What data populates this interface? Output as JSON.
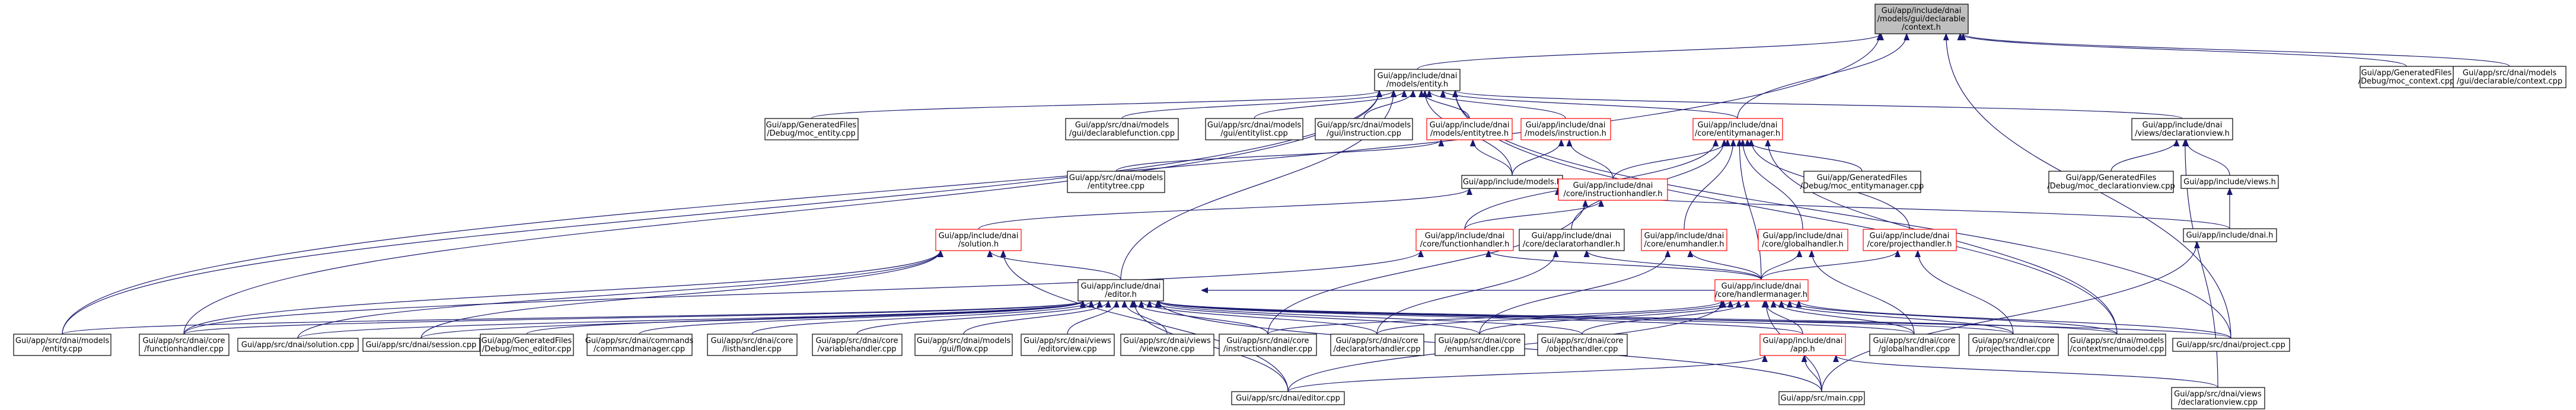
{
  "nodes": {
    "context_h": {
      "lines": [
        "Gui/app/include/dnai",
        "/models/gui/declarable",
        "/context.h"
      ],
      "style": "root"
    },
    "entity_h": {
      "lines": [
        "Gui/app/include/dnai",
        "/models/entity.h"
      ],
      "style": "normal"
    },
    "moc_context": {
      "lines": [
        "Gui/app/GeneratedFiles",
        "/Debug/moc_context.cpp"
      ],
      "style": "normal"
    },
    "gui_context_cpp": {
      "lines": [
        "Gui/app/src/dnai/models",
        "/gui/declarable/context.cpp"
      ],
      "style": "normal"
    },
    "moc_entity": {
      "lines": [
        "Gui/app/GeneratedFiles",
        "/Debug/moc_entity.cpp"
      ],
      "style": "normal"
    },
    "gui_declarablefunction": {
      "lines": [
        "Gui/app/src/dnai/models",
        "/gui/declarablefunction.cpp"
      ],
      "style": "normal"
    },
    "gui_entitylist": {
      "lines": [
        "Gui/app/src/dnai/models",
        "/gui/entitylist.cpp"
      ],
      "style": "normal"
    },
    "gui_instruction": {
      "lines": [
        "Gui/app/src/dnai/models",
        "/gui/instruction.cpp"
      ],
      "style": "normal"
    },
    "entitytree_h": {
      "lines": [
        "Gui/app/include/dnai",
        "/models/entitytree.h"
      ],
      "style": "red"
    },
    "instruction_h": {
      "lines": [
        "Gui/app/include/dnai",
        "/models/instruction.h"
      ],
      "style": "red"
    },
    "entitymanager_h": {
      "lines": [
        "Gui/app/include/dnai",
        "/core/entitymanager.h"
      ],
      "style": "red"
    },
    "declarationview_h": {
      "lines": [
        "Gui/app/include/dnai",
        "/views/declarationview.h"
      ],
      "style": "normal"
    },
    "entitytree_cpp": {
      "lines": [
        "Gui/app/src/dnai/models",
        "/entitytree.cpp"
      ],
      "style": "normal"
    },
    "models_h": {
      "lines": [
        "Gui/app/include/models.h"
      ],
      "style": "normal"
    },
    "moc_entitymanager": {
      "lines": [
        "Gui/app/GeneratedFiles",
        "/Debug/moc_entitymanager.cpp"
      ],
      "style": "normal"
    },
    "moc_declarationview": {
      "lines": [
        "Gui/app/GeneratedFiles",
        "/Debug/moc_declarationview.cpp"
      ],
      "style": "normal"
    },
    "views_h": {
      "lines": [
        "Gui/app/include/views.h"
      ],
      "style": "normal"
    },
    "instructionhandler_h": {
      "lines": [
        "Gui/app/include/dnai",
        "/core/instructionhandler.h"
      ],
      "style": "red"
    },
    "dnai_h": {
      "lines": [
        "Gui/app/include/dnai.h"
      ],
      "style": "normal"
    },
    "solution_h": {
      "lines": [
        "Gui/app/include/dnai",
        "/solution.h"
      ],
      "style": "red"
    },
    "functionhandler_h": {
      "lines": [
        "Gui/app/include/dnai",
        "/core/functionhandler.h"
      ],
      "style": "red"
    },
    "declaratorhandler_h": {
      "lines": [
        "Gui/app/include/dnai",
        "/core/declaratorhandler.h"
      ],
      "style": "normal"
    },
    "enumhandler_h": {
      "lines": [
        "Gui/app/include/dnai",
        "/core/enumhandler.h"
      ],
      "style": "red"
    },
    "globalhandler_h": {
      "lines": [
        "Gui/app/include/dnai",
        "/core/globalhandler.h"
      ],
      "style": "red"
    },
    "projecthandler_h": {
      "lines": [
        "Gui/app/include/dnai",
        "/core/projecthandler.h"
      ],
      "style": "red"
    },
    "editor_h": {
      "lines": [
        "Gui/app/include/dnai",
        "/editor.h"
      ],
      "style": "normal"
    },
    "handlermanager_h": {
      "lines": [
        "Gui/app/include/dnai",
        "/core/handlermanager.h"
      ],
      "style": "red"
    },
    "entity_cpp": {
      "lines": [
        "Gui/app/src/dnai/models",
        "/entity.cpp"
      ],
      "style": "normal"
    },
    "functionhandler_cpp": {
      "lines": [
        "Gui/app/src/dnai/core",
        "/functionhandler.cpp"
      ],
      "style": "normal"
    },
    "solution_cpp": {
      "lines": [
        "Gui/app/src/dnai/solution.cpp"
      ],
      "style": "normal"
    },
    "session_cpp": {
      "lines": [
        "Gui/app/src/dnai/session.cpp"
      ],
      "style": "normal"
    },
    "moc_editor": {
      "lines": [
        "Gui/app/GeneratedFiles",
        "/Debug/moc_editor.cpp"
      ],
      "style": "normal"
    },
    "commandmanager_cpp": {
      "lines": [
        "Gui/app/src/dnai/commands",
        "/commandmanager.cpp"
      ],
      "style": "normal"
    },
    "listhandler_cpp": {
      "lines": [
        "Gui/app/src/dnai/core",
        "/listhandler.cpp"
      ],
      "style": "normal"
    },
    "variablehandler_cpp": {
      "lines": [
        "Gui/app/src/dnai/core",
        "/variablehandler.cpp"
      ],
      "style": "normal"
    },
    "guiflow_cpp": {
      "lines": [
        "Gui/app/src/dnai/models",
        "/gui/flow.cpp"
      ],
      "style": "normal"
    },
    "editorview_cpp": {
      "lines": [
        "Gui/app/src/dnai/views",
        "/editorview.cpp"
      ],
      "style": "normal"
    },
    "viewzone_cpp": {
      "lines": [
        "Gui/app/src/dnai/views",
        "/viewzone.cpp"
      ],
      "style": "normal"
    },
    "instructionhandler_cpp": {
      "lines": [
        "Gui/app/src/dnai/core",
        "/instructionhandler.cpp"
      ],
      "style": "normal"
    },
    "declaratorhandler_cpp": {
      "lines": [
        "Gui/app/src/dnai/core",
        "/declaratorhandler.cpp"
      ],
      "style": "normal"
    },
    "enumhandler_cpp": {
      "lines": [
        "Gui/app/src/dnai/core",
        "/enumhandler.cpp"
      ],
      "style": "normal"
    },
    "objecthandler_cpp": {
      "lines": [
        "Gui/app/src/dnai/core",
        "/objecthandler.cpp"
      ],
      "style": "normal"
    },
    "app_h": {
      "lines": [
        "Gui/app/include/dnai",
        "/app.h"
      ],
      "style": "red"
    },
    "globalhandler_cpp": {
      "lines": [
        "Gui/app/src/dnai/core",
        "/globalhandler.cpp"
      ],
      "style": "normal"
    },
    "projecthandler_cpp": {
      "lines": [
        "Gui/app/src/dnai/core",
        "/projecthandler.cpp"
      ],
      "style": "normal"
    },
    "contextmenumodel_cpp": {
      "lines": [
        "Gui/app/src/dnai/models",
        "/contextmenumodel.cpp"
      ],
      "style": "normal"
    },
    "project_cpp": {
      "lines": [
        "Gui/app/src/dnai/project.cpp"
      ],
      "style": "normal"
    },
    "editor_cpp": {
      "lines": [
        "Gui/app/src/dnai/editor.cpp"
      ],
      "style": "normal"
    },
    "main_cpp": {
      "lines": [
        "Gui/app/src/main.cpp"
      ],
      "style": "normal"
    },
    "declarationview_cpp": {
      "lines": [
        "Gui/app/src/dnai/views",
        "/declarationview.cpp"
      ],
      "style": "normal"
    }
  },
  "edges": [
    [
      "entity_h",
      "context_h"
    ],
    [
      "moc_context",
      "context_h"
    ],
    [
      "gui_context_cpp",
      "context_h"
    ],
    [
      "entity_cpp",
      "context_h"
    ],
    [
      "entitymanager_h",
      "context_h"
    ],
    [
      "project_cpp",
      "context_h"
    ],
    [
      "moc_entity",
      "entity_h"
    ],
    [
      "gui_declarablefunction",
      "entity_h"
    ],
    [
      "gui_entitylist",
      "entity_h"
    ],
    [
      "gui_instruction",
      "entity_h"
    ],
    [
      "entitytree_h",
      "entity_h"
    ],
    [
      "instruction_h",
      "entity_h"
    ],
    [
      "entitymanager_h",
      "entity_h"
    ],
    [
      "declarationview_h",
      "entity_h"
    ],
    [
      "models_h",
      "entity_h"
    ],
    [
      "entity_cpp",
      "entity_h"
    ],
    [
      "functionhandler_cpp",
      "entity_h"
    ],
    [
      "editor_h",
      "entity_h"
    ],
    [
      "contextmenumodel_cpp",
      "entity_h"
    ],
    [
      "project_cpp",
      "entity_h"
    ],
    [
      "entitytree_cpp",
      "entitytree_h"
    ],
    [
      "models_h",
      "entitytree_h"
    ],
    [
      "models_h",
      "instruction_h"
    ],
    [
      "instructionhandler_h",
      "instruction_h"
    ],
    [
      "moc_entitymanager",
      "entitymanager_h"
    ],
    [
      "instructionhandler_h",
      "entitymanager_h"
    ],
    [
      "functionhandler_h",
      "entitymanager_h"
    ],
    [
      "declaratorhandler_h",
      "entitymanager_h"
    ],
    [
      "enumhandler_h",
      "entitymanager_h"
    ],
    [
      "globalhandler_h",
      "entitymanager_h"
    ],
    [
      "projecthandler_h",
      "entitymanager_h"
    ],
    [
      "handlermanager_h",
      "entitymanager_h"
    ],
    [
      "contextmenumodel_cpp",
      "entitymanager_h"
    ],
    [
      "moc_declarationview",
      "declarationview_h"
    ],
    [
      "views_h",
      "declarationview_h"
    ],
    [
      "declarationview_cpp",
      "declarationview_h"
    ],
    [
      "dnai_h",
      "views_h"
    ],
    [
      "dnai_h",
      "models_h"
    ],
    [
      "solution_h",
      "models_h"
    ],
    [
      "main_cpp",
      "dnai_h"
    ],
    [
      "editor_h",
      "solution_h"
    ],
    [
      "functionhandler_cpp",
      "solution_h"
    ],
    [
      "solution_cpp",
      "solution_h"
    ],
    [
      "session_cpp",
      "solution_h"
    ],
    [
      "editor_cpp",
      "solution_h"
    ],
    [
      "functionhandler_h",
      "instructionhandler_h"
    ],
    [
      "instructionhandler_cpp",
      "instructionhandler_h"
    ],
    [
      "handlermanager_h",
      "functionhandler_h"
    ],
    [
      "functionhandler_cpp",
      "functionhandler_h"
    ],
    [
      "handlermanager_h",
      "declaratorhandler_h"
    ],
    [
      "declaratorhandler_cpp",
      "declaratorhandler_h"
    ],
    [
      "handlermanager_h",
      "enumhandler_h"
    ],
    [
      "enumhandler_cpp",
      "enumhandler_h"
    ],
    [
      "handlermanager_h",
      "globalhandler_h"
    ],
    [
      "globalhandler_cpp",
      "globalhandler_h"
    ],
    [
      "handlermanager_h",
      "projecthandler_h"
    ],
    [
      "projecthandler_cpp",
      "projecthandler_h"
    ],
    [
      "handlermanager_h",
      "editor_h"
    ],
    [
      "entity_cpp",
      "editor_h"
    ],
    [
      "functionhandler_cpp",
      "editor_h"
    ],
    [
      "solution_cpp",
      "editor_h"
    ],
    [
      "session_cpp",
      "editor_h"
    ],
    [
      "moc_editor",
      "editor_h"
    ],
    [
      "commandmanager_cpp",
      "editor_h"
    ],
    [
      "listhandler_cpp",
      "editor_h"
    ],
    [
      "variablehandler_cpp",
      "editor_h"
    ],
    [
      "guiflow_cpp",
      "editor_h"
    ],
    [
      "editorview_cpp",
      "editor_h"
    ],
    [
      "viewzone_cpp",
      "editor_h"
    ],
    [
      "instructionhandler_cpp",
      "editor_h"
    ],
    [
      "declaratorhandler_cpp",
      "editor_h"
    ],
    [
      "enumhandler_cpp",
      "editor_h"
    ],
    [
      "objecthandler_cpp",
      "editor_h"
    ],
    [
      "app_h",
      "editor_h"
    ],
    [
      "globalhandler_cpp",
      "editor_h"
    ],
    [
      "projecthandler_cpp",
      "editor_h"
    ],
    [
      "contextmenumodel_cpp",
      "editor_h"
    ],
    [
      "project_cpp",
      "editor_h"
    ],
    [
      "main_cpp",
      "editor_h"
    ],
    [
      "editor_cpp",
      "editor_h"
    ],
    [
      "instructionhandler_cpp",
      "handlermanager_h"
    ],
    [
      "declaratorhandler_cpp",
      "handlermanager_h"
    ],
    [
      "enumhandler_cpp",
      "handlermanager_h"
    ],
    [
      "objecthandler_cpp",
      "handlermanager_h"
    ],
    [
      "globalhandler_cpp",
      "handlermanager_h"
    ],
    [
      "projecthandler_cpp",
      "handlermanager_h"
    ],
    [
      "contextmenumodel_cpp",
      "handlermanager_h"
    ],
    [
      "project_cpp",
      "handlermanager_h"
    ],
    [
      "app_h",
      "handlermanager_h"
    ],
    [
      "main_cpp",
      "handlermanager_h"
    ],
    [
      "editor_cpp",
      "handlermanager_h"
    ],
    [
      "editor_cpp",
      "app_h"
    ],
    [
      "main_cpp",
      "app_h"
    ],
    [
      "declarationview_cpp",
      "app_h"
    ]
  ]
}
